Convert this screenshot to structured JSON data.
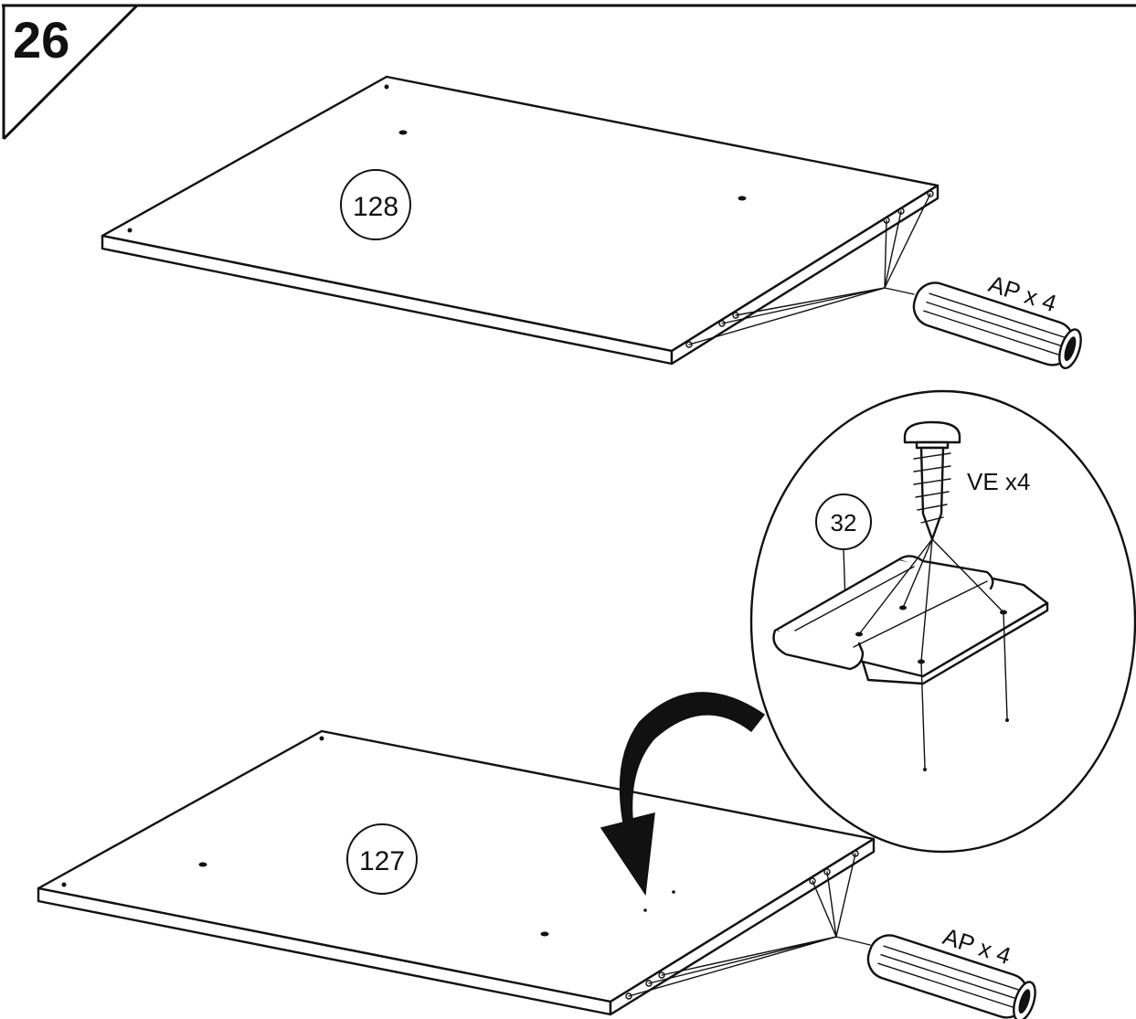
{
  "step_number": "26",
  "parts": {
    "top_panel_label": "128",
    "bottom_panel_label": "127",
    "bracket_label": "32"
  },
  "fasteners": {
    "dowel_top_label": "AP x 4",
    "dowel_bottom_label": "AP x 4",
    "screw_label": "VE x4"
  },
  "icons": {
    "dowel": "wooden-dowel-icon",
    "screw": "screw-icon",
    "bracket": "metal-bracket-icon",
    "arrow": "curved-arrow-icon"
  }
}
